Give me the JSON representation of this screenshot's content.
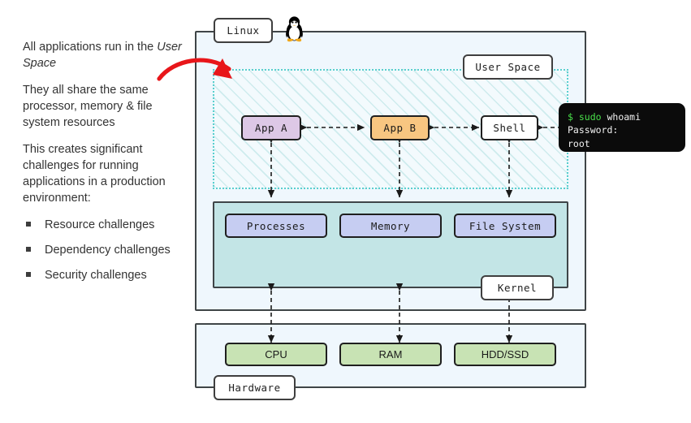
{
  "narrative": {
    "paragraphs": [
      {
        "before": "All applications run in the ",
        "emphasis": "User Space",
        "after": ""
      },
      {
        "before": "They all share the same processor, memory & file system resources",
        "emphasis": "",
        "after": ""
      },
      {
        "before": "This creates significant challenges for running applications in a production environment:",
        "emphasis": "",
        "after": ""
      }
    ],
    "bullets": [
      "Resource challenges",
      "Dependency challenges",
      "Security challenges"
    ]
  },
  "diagram": {
    "labels": {
      "linux": "Linux",
      "user_space": "User Space",
      "kernel": "Kernel",
      "hardware": "Hardware"
    },
    "user_space_nodes": [
      {
        "label": "App A",
        "color": "#ddc8e6"
      },
      {
        "label": "App B",
        "color": "#f8c681"
      },
      {
        "label": "Shell",
        "color": "#ffffff"
      }
    ],
    "kernel_nodes": [
      {
        "label": "Processes",
        "color": "#c6cdf2"
      },
      {
        "label": "Memory",
        "color": "#c6cdf2"
      },
      {
        "label": "File System",
        "color": "#c6cdf2"
      }
    ],
    "hardware_nodes": [
      {
        "label": "CPU",
        "color": "#c8e3b4"
      },
      {
        "label": "RAM",
        "color": "#c8e3b4"
      },
      {
        "label": "HDD/SSD",
        "color": "#c8e3b4"
      }
    ],
    "terminal": {
      "line1_prompt": "$ sudo",
      "line1_cmd": " whoami",
      "line2": "Password:",
      "line3": "root"
    },
    "icons": {
      "penguin": "tux-penguin-icon",
      "pointer_arrow": "red-curved-arrow-icon"
    },
    "colors": {
      "kernel_area": "#c3e5e6",
      "outer_fill": "#eff7fd",
      "userspace_border": "#59cfcf",
      "terminal_bg": "#0b0b0b",
      "terminal_green": "#49e04a",
      "arrow_red": "#e8161a"
    }
  }
}
